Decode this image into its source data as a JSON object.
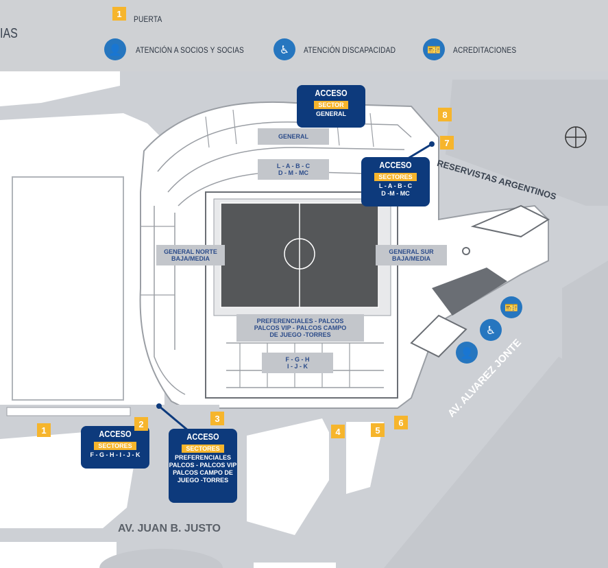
{
  "legend": {
    "title": "IAS",
    "gate_number": "1",
    "gate_label": "PUERTA",
    "members_label": "ATENCIÓN A SOCIOS Y SOCIAS",
    "disability_label": "ATENCIÓN DISCAPACIDAD",
    "accreditation_label": "ACREDITACIONES",
    "accent": "#2676bf",
    "gate_color": "#f6b52c"
  },
  "gates": [
    "1",
    "2",
    "3",
    "4",
    "5",
    "6",
    "7",
    "8"
  ],
  "access_boxes": {
    "top": {
      "title": "ACCESO",
      "sub": "SECTOR",
      "detail": "GENERAL"
    },
    "right": {
      "title": "ACCESO",
      "sub": "SECTORES",
      "detail1": "L - A - B - C",
      "detail2": "D -M - MC"
    },
    "left": {
      "title": "ACCESO",
      "sub": "SECTORES",
      "detail": "F - G - H - I - J - K"
    },
    "bottom": {
      "title": "ACCESO",
      "sub": "SECTORES",
      "detail1": "PREFERENCIALES",
      "detail2": "PALCOS - PALCOS VIP",
      "detail3": "PALCOS CAMPO DE",
      "detail4": "JUEGO -TORRES"
    }
  },
  "zones": {
    "general": "GENERAL",
    "upper1": "L - A - B - C",
    "upper2": "D - M - MC",
    "north1": "GENERAL NORTE",
    "north2": "BAJA/MEDIA",
    "south1": "GENERAL SUR",
    "south2": "BAJA/MEDIA",
    "pref1": "PREFERENCIALES - PALCOS",
    "pref2": "PALCOS VIP - PALCOS CAMPO",
    "pref3": "DE JUEGO -TORRES",
    "lower1": "F - G - H",
    "lower2": "I - J - K"
  },
  "streets": {
    "reservistas": "RESERVISTAS ARGENTINOS",
    "jonte": "AV. ALVAREZ JONTE",
    "justo": "AV. JUAN B. JUSTO"
  },
  "colors": {
    "road": "#cdd0d5",
    "block": "#ffffff",
    "dark_block": "#c5c8cd",
    "pitch": "#555759",
    "navy": "#0d3a7c"
  }
}
